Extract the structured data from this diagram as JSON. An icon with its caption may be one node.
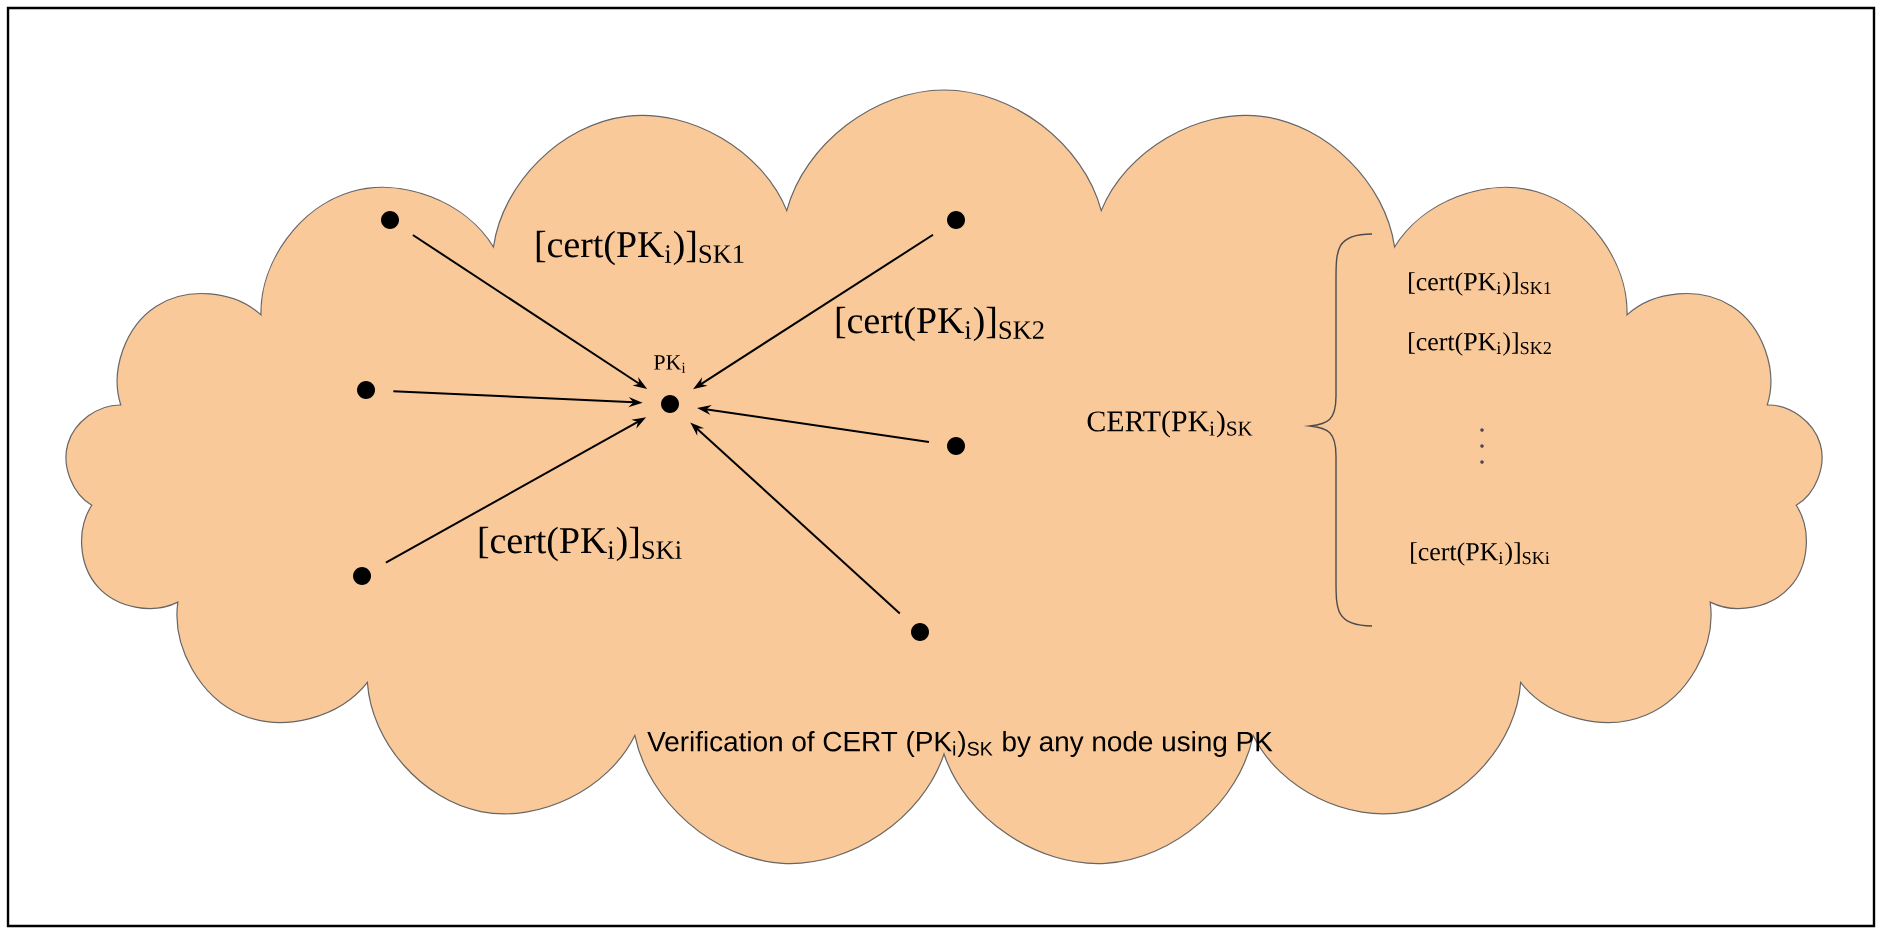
{
  "diagram": {
    "nodes": [
      {
        "text": [
          "Verification of CERT (PK$_{i}$)$_{SK}$ by any node using PK"
        ]
      },
      {
        "text": [],
        "shape": "circle",
        "in": 0
      },
      {
        "text": [],
        "shape": "circle",
        "in": 0
      },
      {
        "text": [],
        "shape": "circle",
        "in": 0
      },
      {
        "text": [],
        "shape": "circle",
        "in": 0,
        "beside": [
          "PK$_{i}$"
        ]
      },
      {
        "text": [],
        "shape": "circle",
        "in": 0
      },
      {
        "text": [],
        "shape": "circle",
        "in": 0
      },
      {
        "text": [],
        "shape": "circle",
        "in": 0
      }
    ],
    "edges": [
      {
        "from": 1,
        "to": 4,
        "arrow": "to",
        "label": "[cert(PK$_{i}$)]$_{SK1}$"
      },
      {
        "from": 2,
        "to": 4,
        "arrow": "to",
        "label": "[cert(PK$_{i}$)]$_{SK2}$"
      },
      {
        "from": 3,
        "to": 4,
        "arrow": "to"
      },
      {
        "from": 5,
        "to": 4,
        "arrow": "to"
      },
      {
        "from": 6,
        "to": 4,
        "arrow": "to",
        "label": "[cert(PK$_{i}$)]$_{SKi}$"
      },
      {
        "from": 7,
        "to": 4,
        "arrow": "to"
      }
    ],
    "labels": [
      "CERT(PK$_{i}$)$_{SK}$",
      "[cert(PK$_{i}$)]$_{SK1}$",
      "[cert(PK$_{i}$)]$_{SK2}$",
      "[cert(PK$_{i}$)]$_{SKi}$"
    ]
  }
}
